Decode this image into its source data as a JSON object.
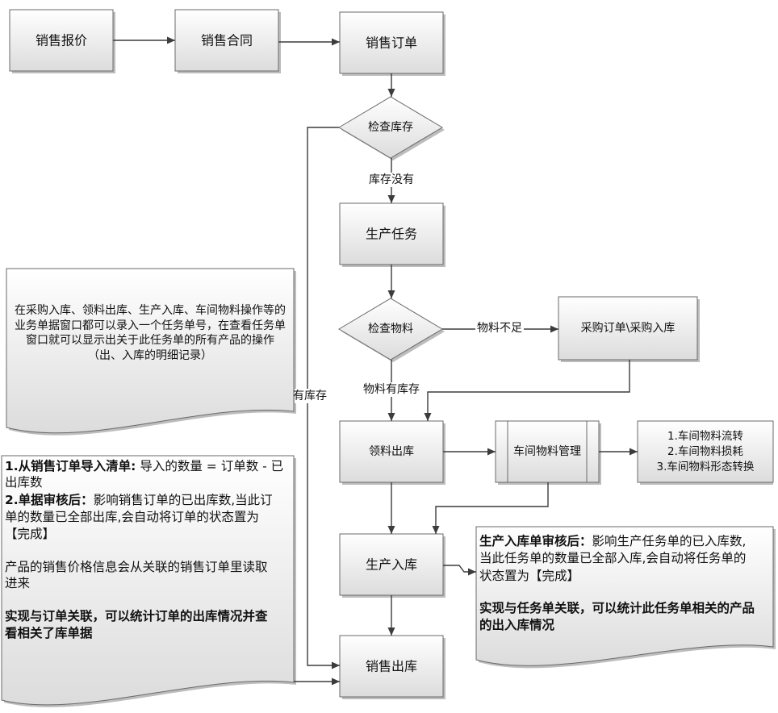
{
  "nodes": {
    "sales_quote": "销售报价",
    "sales_contract": "销售合同",
    "sales_order": "销售订单",
    "check_stock": "检查库存",
    "production_task": "生产任务",
    "check_material": "检查物料",
    "purchase": "采购订单\\采购入库",
    "material_issue": "领料出库",
    "workshop_material": "车间物料管理",
    "workshop_functions": [
      "1.车间物料流转",
      "2.车间物料损耗",
      "3.车间物料形态转换"
    ],
    "production_receipt": "生产入库",
    "sales_outbound": "销售出库"
  },
  "edge_labels": {
    "stock_none": "库存没有",
    "material_short": "物料不足",
    "material_available": "物料有库存",
    "stock_available": "有库存"
  },
  "notes": {
    "task_number": {
      "lines": [
        "在采购入库、领料出库、生产入库、车间物料操作等的",
        "业务单据窗口都可以录入一个任务单号，在查看任务单",
        "窗口就可以显示出关于此任务单的所有产品的操作",
        "（出、入库的明细记录）"
      ]
    },
    "sales_outbound": {
      "item1_label": "1.从销售订单导入清单:",
      "item1_lines": [
        "导入的数量 = 订单数 - 已",
        "出库数"
      ],
      "item2_label": "2.单据审核后：",
      "item2_lines": [
        "影响销售订单的已出库数,当此订",
        "单的数量已全部出库,会自动将订单的状态置为",
        "【完成】"
      ],
      "price_lines": [
        "产品的销售价格信息会从关联的销售订单里读取",
        "进来"
      ],
      "link_lines": [
        "实现与订单关联，可以统计订单的出库情况并查",
        "看相关了库单据"
      ]
    },
    "production_receipt": {
      "label": "生产入库单审核后：",
      "lines": [
        "影响生产任务单的已入库数,",
        "当此任务单的数量已全部入库,会自动将任务单的",
        "状态置为【完成】"
      ],
      "link_lines": [
        "实现与任务单关联，可以统计此任务单相关的产品",
        "的出入库情况"
      ]
    }
  }
}
